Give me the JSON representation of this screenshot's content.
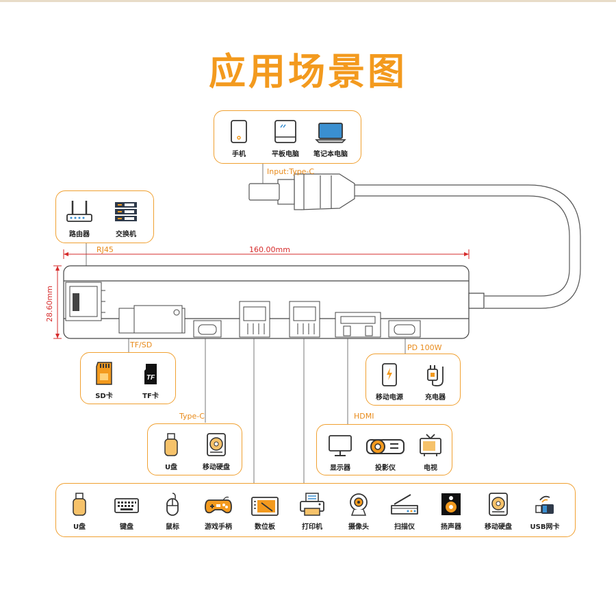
{
  "title": "应用场景图",
  "input": {
    "label": "Input:Type-C",
    "devices": [
      {
        "label": "手机",
        "icon": "phone-icon"
      },
      {
        "label": "平板电脑",
        "icon": "tablet-icon"
      },
      {
        "label": "笔记本电脑",
        "icon": "laptop-icon"
      }
    ]
  },
  "rj45": {
    "label": "RJ45",
    "devices": [
      {
        "label": "路由器",
        "icon": "router-icon"
      },
      {
        "label": "交换机",
        "icon": "switch-icon"
      }
    ]
  },
  "dimensions": {
    "length": "160.00mm",
    "height": "28.60mm"
  },
  "tfsd": {
    "label": "TF/SD",
    "devices": [
      {
        "label": "SD卡",
        "icon": "sd-card-icon"
      },
      {
        "label": "TF卡",
        "icon": "tf-card-icon",
        "badge": "TF"
      }
    ]
  },
  "typec": {
    "label": "Type-C",
    "devices": [
      {
        "label": "U盘",
        "icon": "usb-drive-icon"
      },
      {
        "label": "移动硬盘",
        "icon": "hard-drive-icon"
      }
    ]
  },
  "pd": {
    "label": "PD 100W",
    "devices": [
      {
        "label": "移动电源",
        "icon": "power-bank-icon"
      },
      {
        "label": "充电器",
        "icon": "charger-icon"
      }
    ]
  },
  "hdmi": {
    "label": "HDMI",
    "devices": [
      {
        "label": "显示器",
        "icon": "monitor-icon"
      },
      {
        "label": "投影仪",
        "icon": "projector-icon"
      },
      {
        "label": "电视",
        "icon": "tv-icon"
      }
    ]
  },
  "usb": {
    "devices": [
      {
        "label": "U盘",
        "icon": "usb-drive-icon"
      },
      {
        "label": "键盘",
        "icon": "keyboard-icon"
      },
      {
        "label": "鼠标",
        "icon": "mouse-icon"
      },
      {
        "label": "游戏手柄",
        "icon": "gamepad-icon"
      },
      {
        "label": "数位板",
        "icon": "drawing-tablet-icon"
      },
      {
        "label": "打印机",
        "icon": "printer-icon"
      },
      {
        "label": "摄像头",
        "icon": "webcam-icon"
      },
      {
        "label": "扫描仪",
        "icon": "scanner-icon"
      },
      {
        "label": "扬声器",
        "icon": "speaker-icon"
      },
      {
        "label": "移动硬盘",
        "icon": "hard-drive-icon"
      },
      {
        "label": "USB网卡",
        "icon": "usb-wifi-icon"
      }
    ]
  },
  "colors": {
    "accent": "#f39a1e",
    "dimension": "#d62b2b",
    "line": "#444444"
  }
}
